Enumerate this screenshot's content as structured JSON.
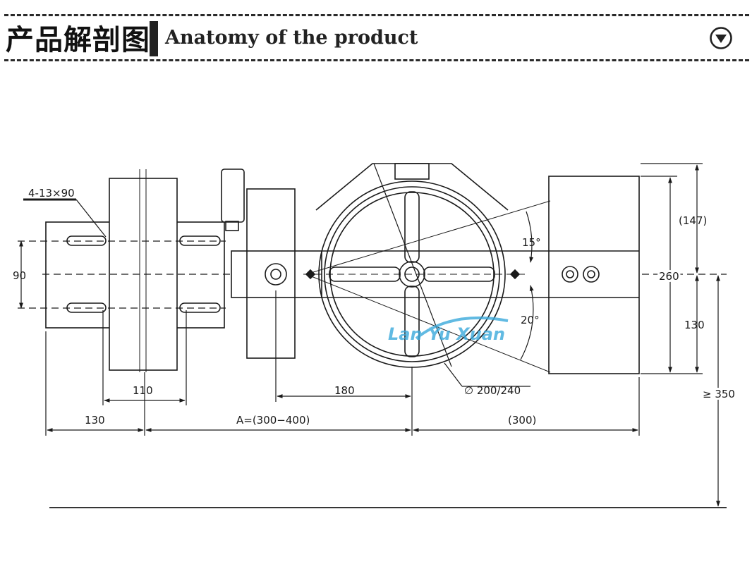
{
  "header": {
    "title_cn": "产品解剖图",
    "title_en": "Anatomy of the product",
    "nav_icon": "chevron-down-circle-icon"
  },
  "drawing": {
    "hole_note": "4-13×90",
    "dim_90": "90",
    "dim_110": "110",
    "dim_130_left": "130",
    "dim_A": "A=(300−400)",
    "dim_180": "180",
    "dim_300": "(300)",
    "dim_diameter": "∅ 200/240",
    "angle_15": "15°",
    "angle_20": "20°",
    "dim_147": "(147)",
    "dim_260": "260",
    "dim_130_right": "130",
    "dim_350": "≥ 350",
    "watermark": "Lan Yu Xuan",
    "watermark_color": "#3aa9dc"
  }
}
